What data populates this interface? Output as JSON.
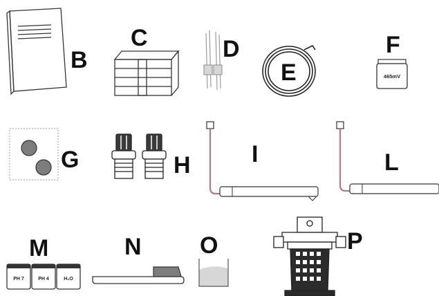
{
  "labels": {
    "B": "B",
    "C": "C",
    "D": "D",
    "E": "E",
    "F": "F",
    "G": "G",
    "H": "H",
    "I": "I",
    "L": "L",
    "M": "M",
    "N": "N",
    "O": "O",
    "P": "P"
  },
  "texts": {
    "f_reading": "465mV",
    "m_ph7": "PH 7",
    "m_ph4": "PH 4",
    "m_h2o": "H₂O"
  },
  "colors": {
    "ink": "#222222",
    "wire": "#b7777c",
    "grey_disc": "#7d7d7d",
    "cap": "#3a3a3a"
  }
}
